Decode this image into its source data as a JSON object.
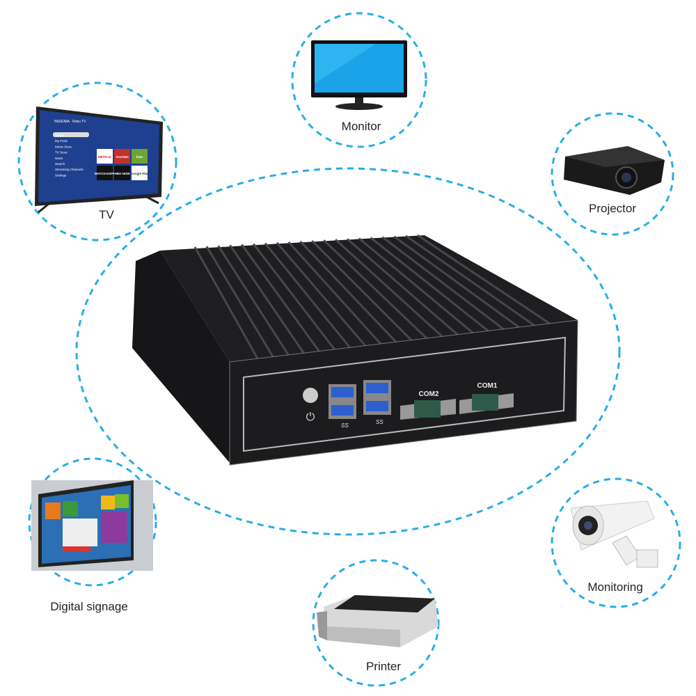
{
  "colors": {
    "dash": "#27aee4",
    "label": "#222222",
    "device_body": "#1c1c1e"
  },
  "nodes": [
    {
      "id": "tv",
      "label": "TV",
      "icon": "tv-icon"
    },
    {
      "id": "monitor",
      "label": "Monitor",
      "icon": "monitor-icon"
    },
    {
      "id": "projector",
      "label": "Projector",
      "icon": "projector-icon"
    },
    {
      "id": "signage",
      "label": "Digital signage",
      "icon": "digital-signage-icon"
    },
    {
      "id": "monitoring",
      "label": "Monitoring",
      "icon": "security-camera-icon"
    },
    {
      "id": "printer",
      "label": "Printer",
      "icon": "printer-icon"
    }
  ],
  "center_device": {
    "icon": "fanless-mini-pc-icon",
    "ports": {
      "com2": "COM2",
      "com1": "COM1",
      "usb": "SS"
    }
  },
  "tv_screen": {
    "brand": "INSIGNIA · Roku TV",
    "menu": [
      "Home",
      "My Feed",
      "Movie Store",
      "TV Store",
      "News",
      "Search",
      "Streaming Channels",
      "Settings"
    ],
    "tiles": [
      "NETFLIX",
      "YouTube",
      "hulu",
      "WATCH ESPN",
      "HBO NOW",
      "Google Play"
    ]
  }
}
